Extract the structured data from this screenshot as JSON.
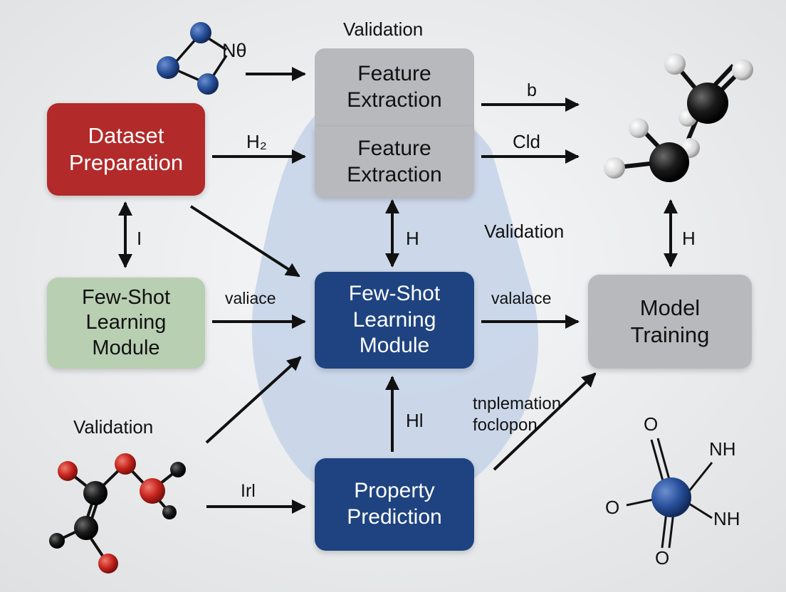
{
  "boxes": {
    "dataset_preparation": "Dataset\nPreparation",
    "feature_extraction_top": "Feature\nExtraction",
    "feature_extraction_bottom": "Feature\nExtraction",
    "few_shot_left": "Few-Shot\nLearning\nModule",
    "few_shot_center": "Few-Shot\nLearning\nModule",
    "model_training": "Model\nTraining",
    "property_prediction": "Property\nPrediction"
  },
  "labels": {
    "validation_top": "Validation",
    "validation_right": "Validation",
    "validation_left": "Validation",
    "n_theta": "Nθ",
    "b": "b",
    "h2": "H₂",
    "cld": "Cld",
    "i": "I",
    "h_center": "H",
    "h_right": "H",
    "valiace": "valiace",
    "valalace": "valalace",
    "hl": "Hl",
    "tnplemation": "tnplemation\nfoclopon",
    "lrl": "Irl",
    "mol_o_top": "O",
    "mol_o_left": "O",
    "mol_o_bottom": "O",
    "mol_nh_top": "NH",
    "mol_nh_bottom": "NH"
  },
  "colors": {
    "red_box": "#b22a2a",
    "blue_box": "#1e4380",
    "gray_box": "#b7b9bc",
    "green_box": "#b8cfb2",
    "blob": "#c4d2e8"
  },
  "molecules": [
    "blue-atom-chain-molecule",
    "black-white-ethylene-molecule",
    "red-black-carbon-molecule",
    "blue-center-amide-molecule"
  ]
}
